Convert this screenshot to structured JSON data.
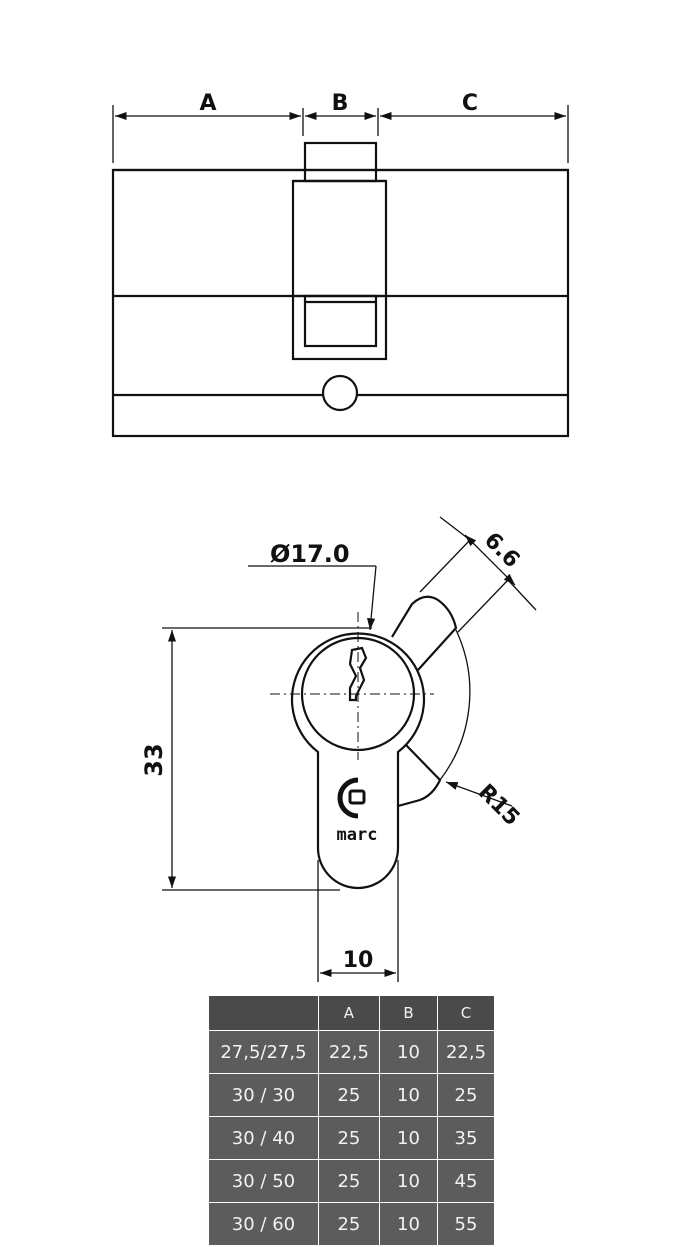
{
  "dimensions": {
    "a": "A",
    "b": "B",
    "c": "C",
    "diameter": "Ø17.0",
    "width_66": "6.6",
    "height_33": "33",
    "radius": "R15",
    "width_10": "10"
  },
  "logo": {
    "text": "marc"
  },
  "table": {
    "headers": [
      "",
      "A",
      "B",
      "C"
    ],
    "rows": [
      [
        "27,5/27,5",
        "22,5",
        "10",
        "22,5"
      ],
      [
        "30 / 30",
        "25",
        "10",
        "25"
      ],
      [
        "30 / 40",
        "25",
        "10",
        "35"
      ],
      [
        "30 / 50",
        "25",
        "10",
        "45"
      ],
      [
        "30 / 60",
        "25",
        "10",
        "55"
      ]
    ]
  },
  "colors": {
    "line": "#111111",
    "table_header": "#4a4a4a",
    "table_cell": "#5c5c5c",
    "table_text": "#f2f2f2"
  }
}
